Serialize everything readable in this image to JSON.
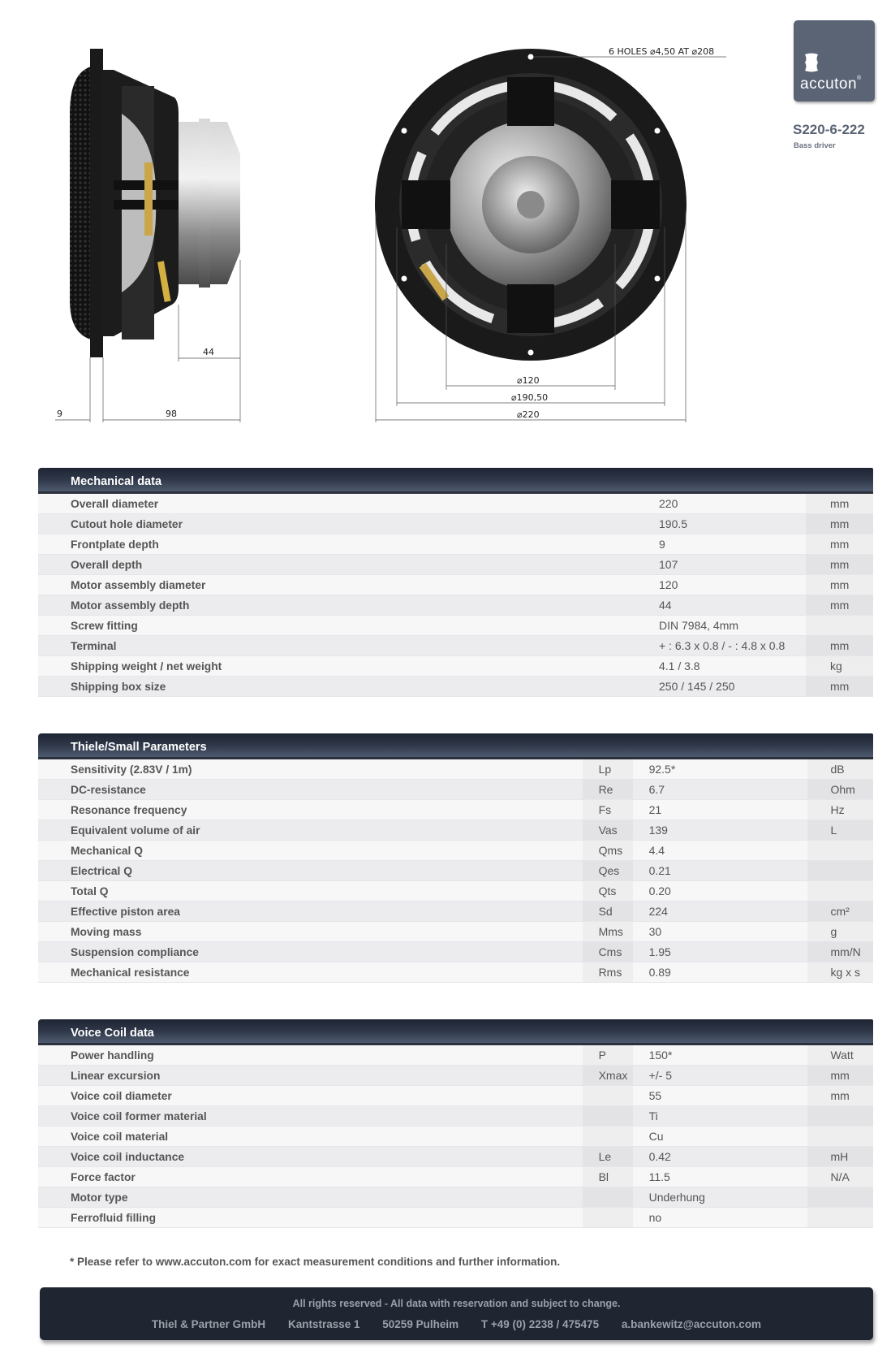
{
  "brand": {
    "logo_text": "accuton",
    "registered": "®",
    "model": "S220-6-222",
    "type": "Bass driver",
    "logo_color": "#5a6475"
  },
  "drawing": {
    "side_view": {
      "dim_frontplate": "9",
      "dim_depth": "98",
      "dim_motor_depth": "44"
    },
    "front_view": {
      "holes_note": "6 HOLES ⌀4,50 AT ⌀208",
      "dim_motor": "⌀120",
      "dim_cutout": "⌀190,50",
      "dim_overall": "⌀220"
    }
  },
  "mechanical": {
    "title": "Mechanical data",
    "rows": [
      {
        "label": "Overall diameter",
        "value": "220",
        "unit": "mm"
      },
      {
        "label": "Cutout hole diameter",
        "value": "190.5",
        "unit": "mm"
      },
      {
        "label": "Frontplate depth",
        "value": "9",
        "unit": "mm"
      },
      {
        "label": "Overall depth",
        "value": "107",
        "unit": "mm"
      },
      {
        "label": "Motor assembly diameter",
        "value": "120",
        "unit": "mm"
      },
      {
        "label": "Motor assembly depth",
        "value": "44",
        "unit": "mm"
      },
      {
        "label": "Screw fitting",
        "value": "DIN 7984, 4mm",
        "unit": ""
      },
      {
        "label": "Terminal",
        "value": "+ : 6.3 x 0.8 / - : 4.8 x 0.8",
        "unit": "mm"
      },
      {
        "label": "Shipping weight / net weight",
        "value": "4.1 / 3.8",
        "unit": "kg"
      },
      {
        "label": "Shipping box size",
        "value": "250 / 145 / 250",
        "unit": "mm"
      }
    ]
  },
  "thiele_small": {
    "title": "Thiele/Small Parameters",
    "rows": [
      {
        "label": "Sensitivity (2.83V / 1m)",
        "symbol": "Lp",
        "value": "92.5*",
        "unit": "dB"
      },
      {
        "label": "DC-resistance",
        "symbol": "Re",
        "value": "6.7",
        "unit": "Ohm"
      },
      {
        "label": "Resonance frequency",
        "symbol": "Fs",
        "value": "21",
        "unit": "Hz"
      },
      {
        "label": "Equivalent volume of air",
        "symbol": "Vas",
        "value": "139",
        "unit": "L"
      },
      {
        "label": "Mechanical Q",
        "symbol": "Qms",
        "value": "4.4",
        "unit": ""
      },
      {
        "label": "Electrical Q",
        "symbol": "Qes",
        "value": "0.21",
        "unit": ""
      },
      {
        "label": "Total Q",
        "symbol": "Qts",
        "value": "0.20",
        "unit": ""
      },
      {
        "label": "Effective piston area",
        "symbol": "Sd",
        "value": "224",
        "unit": "cm²"
      },
      {
        "label": "Moving mass",
        "symbol": "Mms",
        "value": "30",
        "unit": "g"
      },
      {
        "label": "Suspension compliance",
        "symbol": "Cms",
        "value": "1.95",
        "unit": "mm/N"
      },
      {
        "label": "Mechanical resistance",
        "symbol": "Rms",
        "value": "0.89",
        "unit": "kg x s"
      }
    ]
  },
  "voice_coil": {
    "title": "Voice Coil data",
    "rows": [
      {
        "label": "Power handling",
        "symbol": "P",
        "value": "150*",
        "unit": "Watt"
      },
      {
        "label": "Linear excursion",
        "symbol": "Xmax",
        "value": "+/- 5",
        "unit": "mm"
      },
      {
        "label": "Voice coil diameter",
        "symbol": "",
        "value": "55",
        "unit": "mm"
      },
      {
        "label": "Voice coil former material",
        "symbol": "",
        "value": "Ti",
        "unit": ""
      },
      {
        "label": "Voice coil material",
        "symbol": "",
        "value": "Cu",
        "unit": ""
      },
      {
        "label": "Voice coil inductance",
        "symbol": "Le",
        "value": "0.42",
        "unit": "mH"
      },
      {
        "label": "Force factor",
        "symbol": "Bl",
        "value": "11.5",
        "unit": "N/A"
      },
      {
        "label": "Motor type",
        "symbol": "",
        "value": "Underhung",
        "unit": ""
      },
      {
        "label": "Ferrofluid filling",
        "symbol": "",
        "value": "no",
        "unit": ""
      }
    ]
  },
  "note": "* Please refer to www.accuton.com for exact measurement conditions and further information.",
  "footer": {
    "disclaimer": "All rights reserved - All data with reservation and subject to change.",
    "company": "Thiel & Partner GmbH",
    "street": "Kantstrasse 1",
    "city": "50259 Pulheim",
    "phone": "T +49 (0) 2238 / 475475",
    "email": "a.bankewitz@accuton.com"
  }
}
